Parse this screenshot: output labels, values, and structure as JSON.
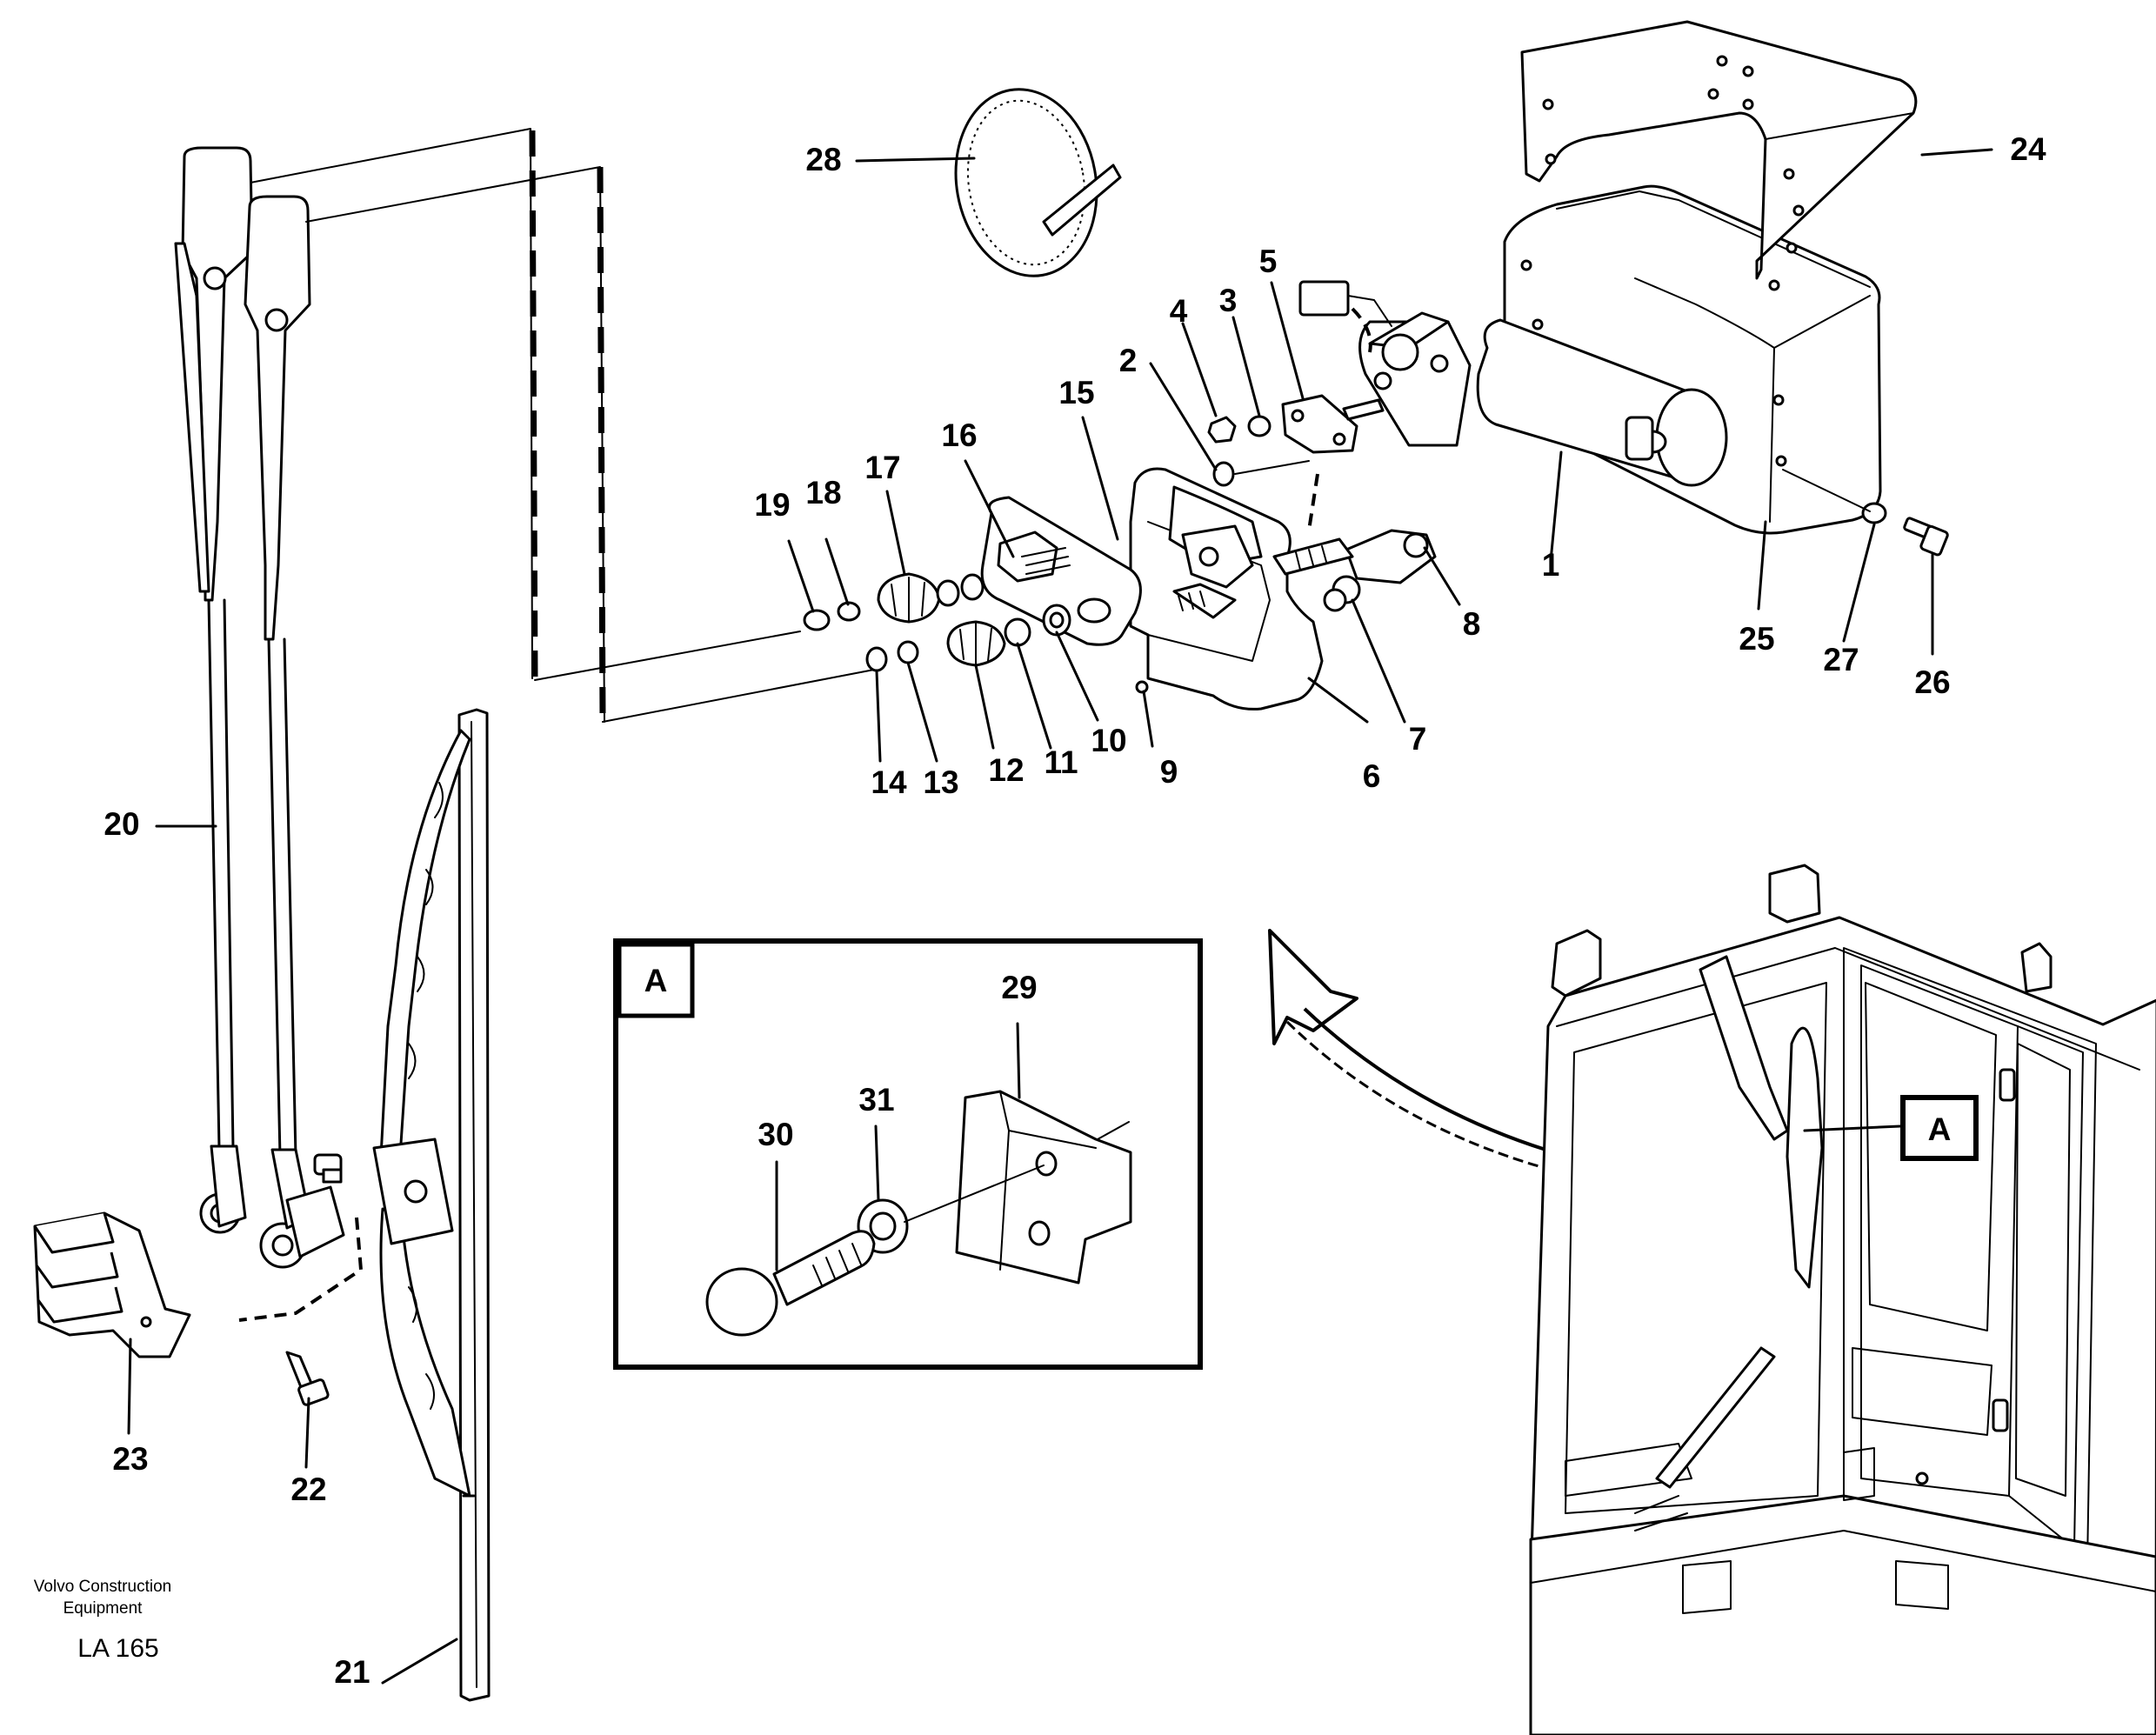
{
  "callouts": [
    "1",
    "2",
    "3",
    "4",
    "5",
    "6",
    "7",
    "8",
    "9",
    "10",
    "11",
    "12",
    "13",
    "14",
    "15",
    "16",
    "17",
    "18",
    "19",
    "20",
    "21",
    "22",
    "23",
    "24",
    "25",
    "26",
    "27",
    "28",
    "29",
    "30",
    "31"
  ],
  "detail": {
    "tag": "A"
  },
  "footer": {
    "brand_line1": "Volvo Construction",
    "brand_line2": "Equipment",
    "code": "LA 165"
  }
}
